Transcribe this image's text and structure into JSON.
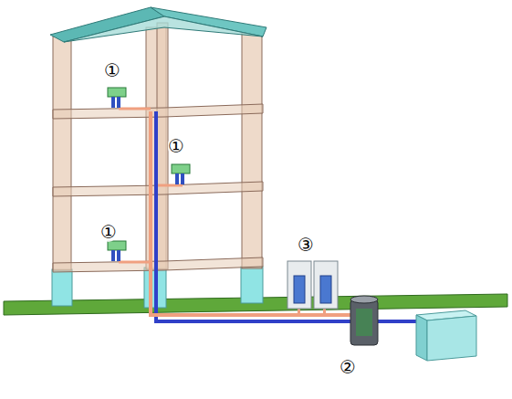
{
  "diagram": {
    "labels": [
      "①",
      "①",
      "①",
      "③",
      "②"
    ]
  }
}
